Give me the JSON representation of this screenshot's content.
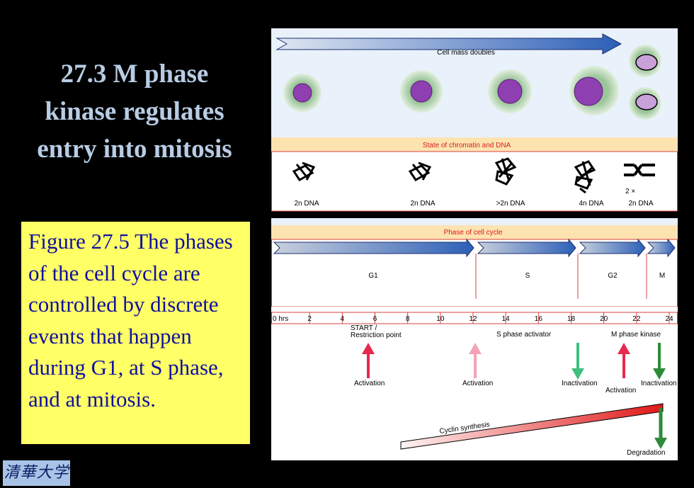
{
  "slide": {
    "title_lines": [
      "27.3 M phase",
      "kinase regulates",
      "entry into mitosis"
    ],
    "caption": "Figure 27.5 The phases of the cell cycle are controlled by discrete events that happen during G1, at S phase, and at mitosis.",
    "logo_text": "清華大学"
  },
  "figure": {
    "cell_mass_label": "Cell mass doubles",
    "chromatin_header": "State of chromatin and DNA",
    "dna_states": [
      "2n DNA",
      "2n DNA",
      ">2n DNA",
      "4n DNA",
      "2n DNA"
    ],
    "dna_extra_label": "2 ×",
    "phase_header": "Phase of cell cycle",
    "phases": [
      "G1",
      "S",
      "G2",
      "M"
    ],
    "time_ticks": [
      "0 hrs",
      "2",
      "4",
      "6",
      "8",
      "10",
      "12",
      "14",
      "16",
      "18",
      "20",
      "22",
      "24"
    ],
    "events": [
      {
        "title_line1": "START /",
        "title_line2": "Restriction point",
        "arrow_label": "Activation",
        "arrow_color": "#e8284e"
      },
      {
        "title_line1": "S phase activator",
        "arrow_label": "Activation",
        "arrow_color": "#f4a3b6"
      },
      {
        "title_line1": "M phase kinase",
        "arrow_label": "Activation",
        "arrow_color": "#e8284e"
      }
    ],
    "inactivation_labels": [
      "Inactivation",
      "Inactivation"
    ],
    "inactivation_colors": [
      "#3fbf7f",
      "#2e8b3a"
    ],
    "cyclin_label": "Cyclin synthesis",
    "degradation_label": "Degradation",
    "colors": {
      "panel_bg": "#e9f1fb",
      "header_bg": "#fde3b0",
      "header_text": "#d62020",
      "phase_arrow": "#2c5fb8",
      "cell_purple": "#8e3fb0",
      "cell_halo": "#7fb07a"
    }
  }
}
